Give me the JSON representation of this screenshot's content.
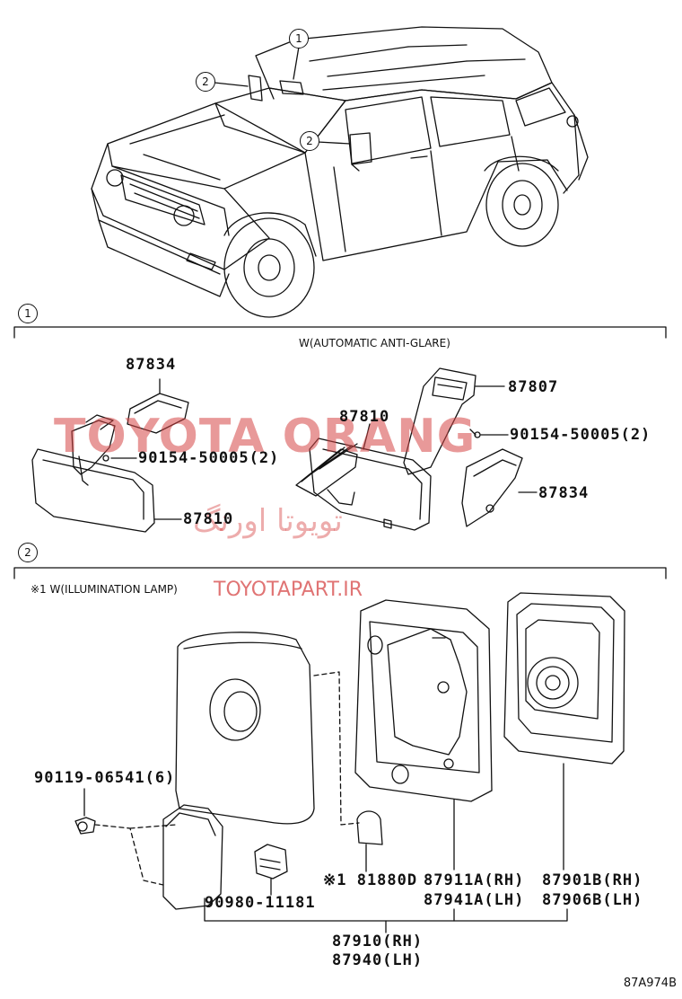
{
  "callouts": {
    "one": "1",
    "two": "2"
  },
  "section1": {
    "variant_note": "W(AUTOMATIC ANTI-GLARE)",
    "parts": {
      "cover_left": "87834",
      "bolt_left": "90154-50005(2)",
      "mirror_left": "87810",
      "mirror_right": "87810",
      "cover_top_right": "87807",
      "bolt_right": "90154-50005(2)",
      "cover_bottom_right": "87834"
    }
  },
  "section2": {
    "variant_note": "※1 W(ILLUMINATION LAMP)",
    "parts": {
      "screw": "90119-06541(6)",
      "connector": "90980-11181",
      "bulb": "※1 81880D",
      "housing_rh": "87911A(RH)",
      "housing_lh": "87941A(LH)",
      "glass_rh": "87901B(RH)",
      "glass_lh": "87906B(LH)",
      "assy_rh": "87910(RH)",
      "assy_lh": "87940(LH)"
    }
  },
  "watermarks": {
    "brand": "TOYOTA ORANG",
    "persian": "تويوتا اورنگ",
    "url": "TOYOTAPART.IR"
  },
  "diagram_code": "87A974B",
  "colors": {
    "line": "#111111",
    "watermark": "#d64646"
  }
}
